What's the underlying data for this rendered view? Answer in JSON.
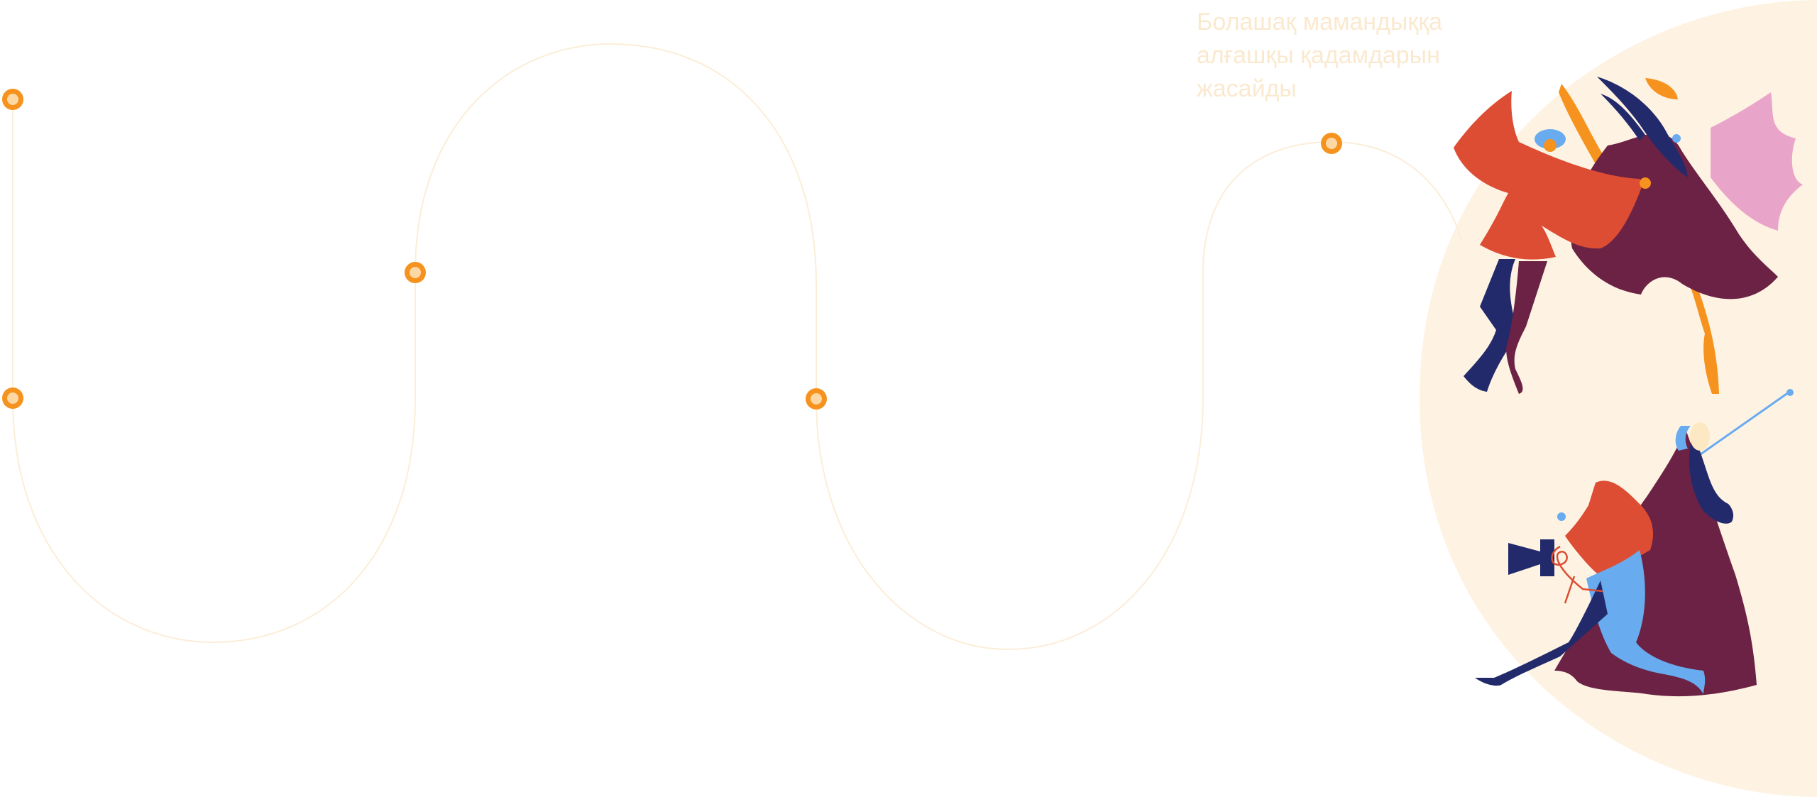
{
  "caption": "Болашақ мамандыққа алғашқы қадамдарын жасайды",
  "colors": {
    "path": "#fbeed8",
    "node_ring": "#f6921e",
    "node_fill": "#fdd8a4",
    "blob": "#fef3e3",
    "red": "#dd4d33",
    "navy": "#232a6b",
    "plum": "#6b2244",
    "orange": "#f6921e",
    "pink": "#e9a5c9",
    "skyblue": "#68abef",
    "cream": "#fde8c4"
  },
  "nodes": [
    {
      "name": "timeline-node-1"
    },
    {
      "name": "timeline-node-2"
    },
    {
      "name": "timeline-node-3"
    },
    {
      "name": "timeline-node-4"
    },
    {
      "name": "timeline-node-5"
    }
  ]
}
